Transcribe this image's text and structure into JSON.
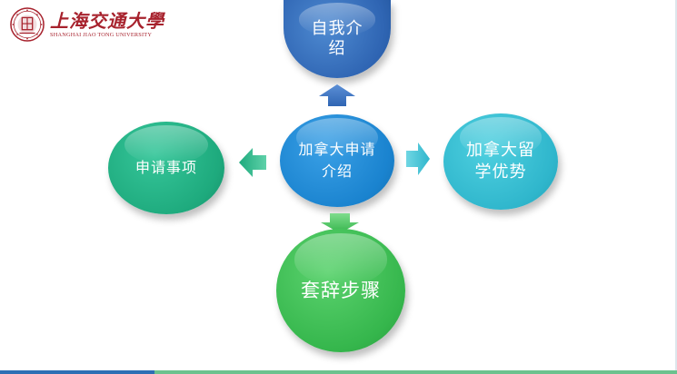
{
  "logo": {
    "name_cn": "上海交通大學",
    "name_en": "SHANGHAI JIAO TONG UNIVERSITY",
    "brand_color": "#a7222d"
  },
  "diagram": {
    "center": "加拿大申请介绍",
    "top": "自我介绍",
    "right": "加拿大留学优势",
    "left": "申请事项",
    "bottom": "套辞步骤"
  },
  "colors": {
    "top": "#2f65b3",
    "center": "#1a83cf",
    "right": "#2fb6cc",
    "left": "#1eaa7d",
    "bottom": "#35b64c"
  },
  "icons": {
    "arrow_up": "arrow-up-icon",
    "arrow_right": "arrow-right-icon",
    "arrow_left": "arrow-left-icon",
    "arrow_down": "arrow-down-icon"
  }
}
